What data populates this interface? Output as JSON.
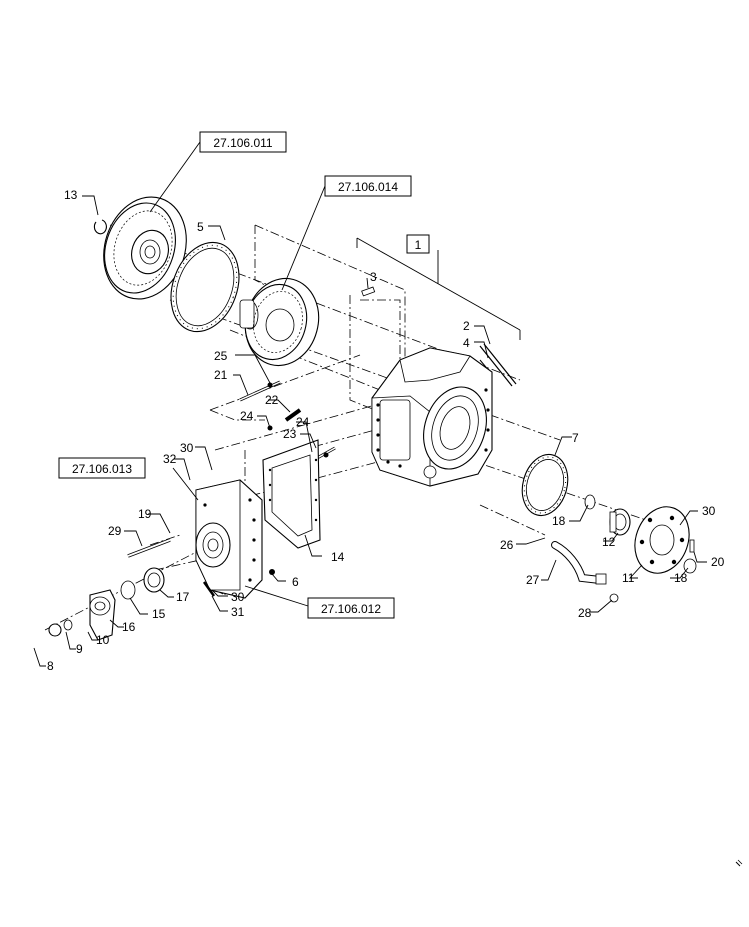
{
  "references": [
    {
      "id": "ref-27-106-011",
      "label": "27.106.011"
    },
    {
      "id": "ref-27-106-014",
      "label": "27.106.014"
    },
    {
      "id": "ref-27-106-013",
      "label": "27.106.013"
    },
    {
      "id": "ref-27-106-012",
      "label": "27.106.012"
    }
  ],
  "callouts": {
    "c1": "1",
    "c2": "2",
    "c3": "3",
    "c4": "4",
    "c5": "5",
    "c6": "6",
    "c7": "7",
    "c8": "8",
    "c9": "9",
    "c10": "10",
    "c11": "11",
    "c12": "12",
    "c13": "13",
    "c14": "14",
    "c15": "15",
    "c16": "16",
    "c17": "17",
    "c18a": "18",
    "c18b": "18",
    "c19": "19",
    "c20": "20",
    "c21": "21",
    "c22": "22",
    "c23": "23",
    "c24a": "24",
    "c24b": "24",
    "c25": "25",
    "c26": "26",
    "c27": "27",
    "c28": "28",
    "c29": "29",
    "c30a": "30",
    "c30b": "30",
    "c30c": "30",
    "c31": "31",
    "c32": "32"
  }
}
